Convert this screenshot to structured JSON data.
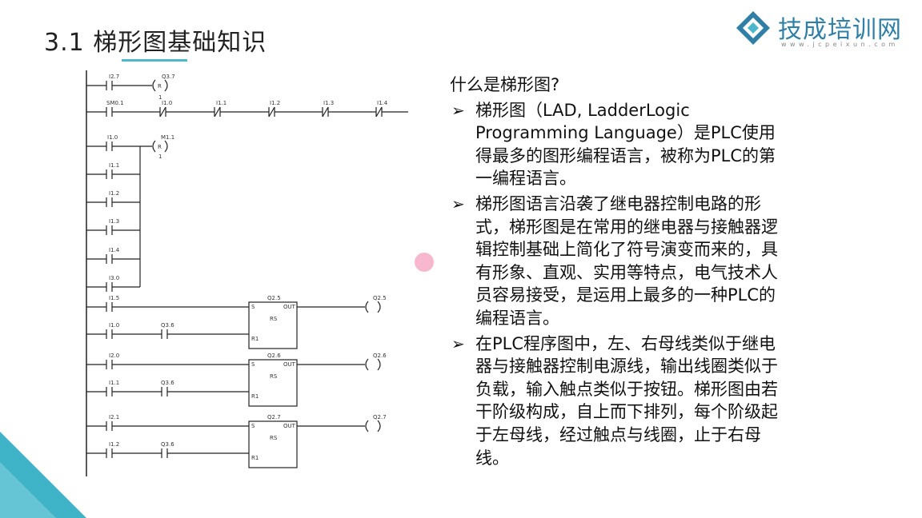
{
  "header": {
    "title": "3.1 梯形图基础知识"
  },
  "logo": {
    "name": "技成培训网",
    "url": "www.jcpeixun.com"
  },
  "colors": {
    "accent": "#4db8cc",
    "logo_blue": "#2f7fa6",
    "corner": "#3fb4c8",
    "dot": "#f7b8cf"
  },
  "ladder": {
    "rung1": {
      "contact": "I2.7",
      "coil": "Q3.7",
      "coil_type": "R",
      "coil_n": "1"
    },
    "rung2": {
      "c1": "SM0.1",
      "c2": "I1.0",
      "c3": "I1.1",
      "c4": "I1.2",
      "c5": "I1.3",
      "c6": "I1.4"
    },
    "rung3": {
      "contacts": [
        "I1.0",
        "I1.1",
        "I1.2",
        "I1.3",
        "I1.4",
        "I3.0"
      ],
      "coil": "M1.1",
      "coil_type": "R",
      "coil_n": "1"
    },
    "blocks": [
      {
        "set": "I1.5",
        "reset": "I1.0",
        "reset2": "Q3.6",
        "name": "Q2.5",
        "out": "Q2.5"
      },
      {
        "set": "I2.0",
        "reset": "I1.1",
        "reset2": "Q3.6",
        "name": "Q2.6",
        "out": "Q2.6"
      },
      {
        "set": "I2.1",
        "reset": "I1.2",
        "reset2": "Q3.6",
        "name": "Q2.7",
        "out": "Q2.7"
      }
    ],
    "block_labels": {
      "s": "S",
      "out": "OUT",
      "rs": "RS",
      "r1": "R1"
    }
  },
  "content": {
    "question": "什么是梯形图?",
    "bullets": [
      "梯形图（LAD, LadderLogic Programming Language）是PLC使用得最多的图形编程语言，被称为PLC的第一编程语言。",
      "梯形图语言沿袭了继电器控制电路的形式，梯形图是在常用的继电器与接触器逻辑控制基础上简化了符号演变而来的，具有形象、直观、实用等特点，电气技术人员容易接受，是运用上最多的一种PLC的编程语言。",
      "在PLC程序图中，左、右母线类似于继电器与接触器控制电源线，输出线圈类似于负载，输入触点类似于按钮。梯形图由若干阶级构成，自上而下排列，每个阶级起于左母线，经过触点与线圈，止于右母线。"
    ]
  }
}
